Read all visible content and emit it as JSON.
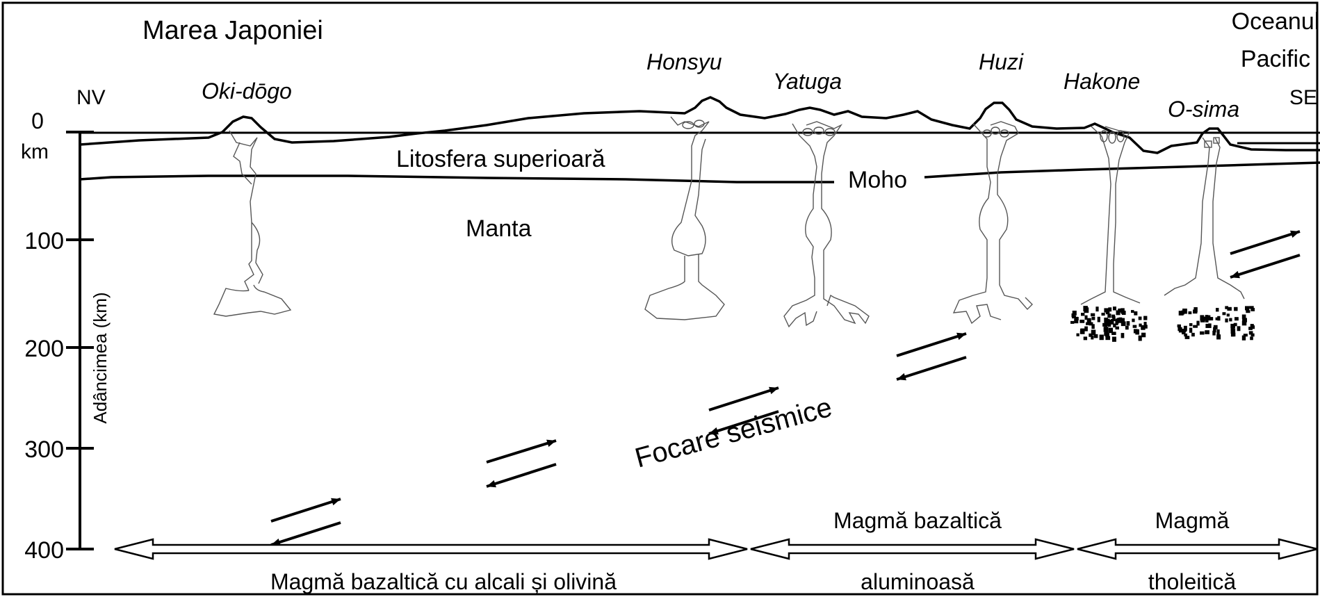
{
  "regions": {
    "sea_west": "Marea Japoniei",
    "ocean_east": [
      "Oceanul",
      "Pacific"
    ]
  },
  "directions": {
    "west": "NV",
    "east": "SE"
  },
  "volcanoes": [
    {
      "name": "Oki-dōgo",
      "root": "blob"
    },
    {
      "name": "Honsyu",
      "root": "blob"
    },
    {
      "name": "Yatuga",
      "root": "fingers"
    },
    {
      "name": "Huzi",
      "root": "fingers"
    },
    {
      "name": "Hakone",
      "root": "dots"
    },
    {
      "name": "O-sima",
      "root": "dots"
    }
  ],
  "layers": {
    "upper_lithosphere": "Litosfera superioară",
    "moho": "Moho",
    "mantle": "Manta"
  },
  "depth_axis": {
    "label": "Adâncimea (km)",
    "unit": "km",
    "ticks": [
      "0",
      "100",
      "200",
      "300",
      "400"
    ]
  },
  "seismic_label": "Focare seismice",
  "magma_zones": [
    {
      "lines": [
        "Magmă bazaltică cu alcali și olivină"
      ]
    },
    {
      "lines": [
        "Magmă bazaltică",
        "aluminoasă"
      ]
    },
    {
      "lines": [
        "Magmă",
        "tholeitică"
      ]
    }
  ]
}
